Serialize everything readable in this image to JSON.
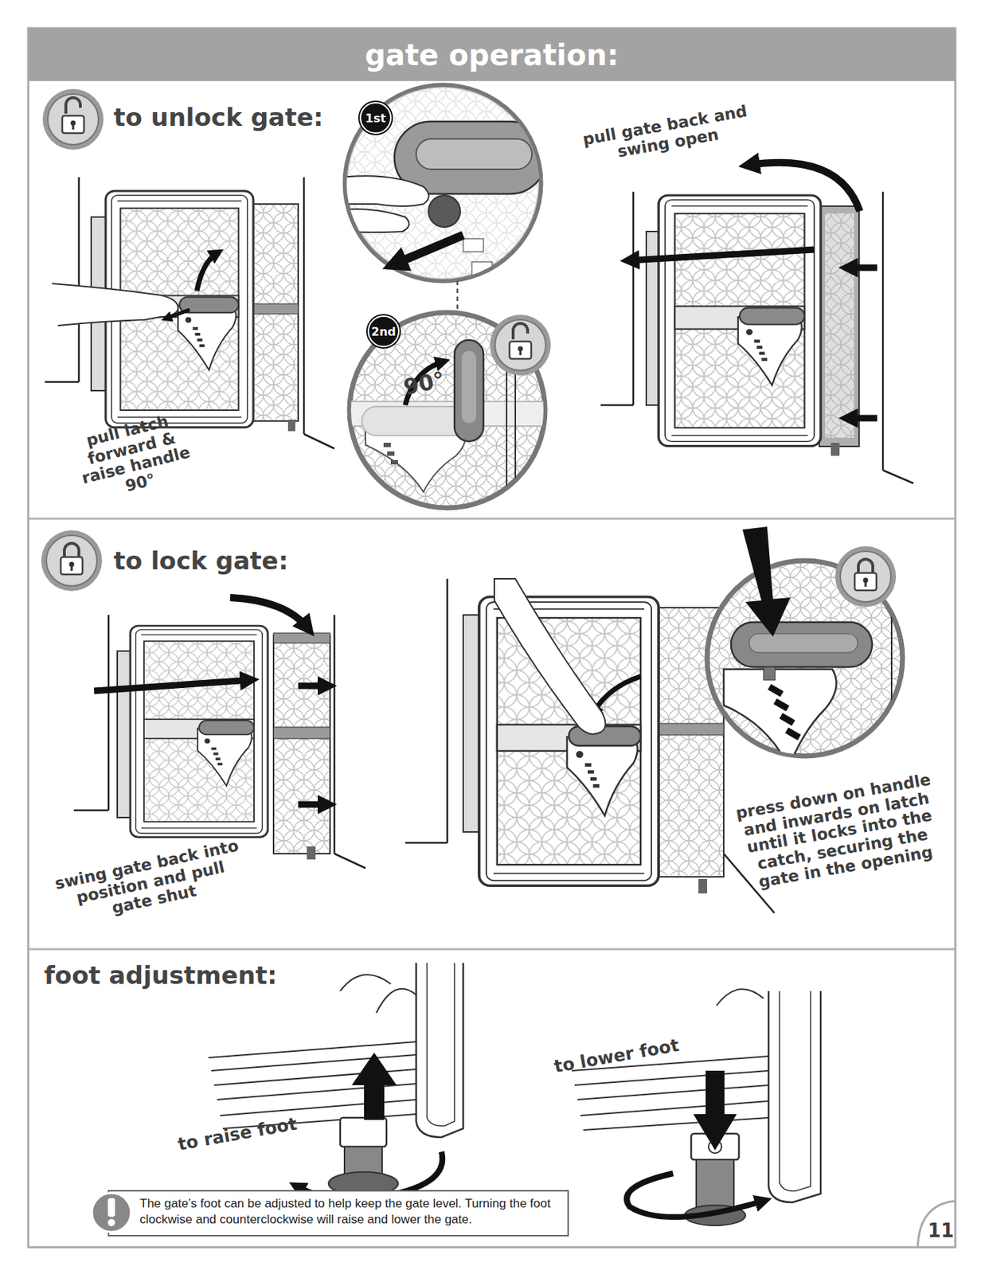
{
  "diagram": {
    "title": "gate operation:",
    "nodes": [
      {
        "text": [
          "to unlock gate:"
        ]
      },
      {
        "text": [
          "1st"
        ],
        "in": 0
      },
      {
        "text": [
          "2nd"
        ],
        "in": 0
      },
      {
        "text": [
          "to lock gate:"
        ]
      },
      {
        "text": [
          "foot adjustment:"
        ]
      },
      {
        "text": [
          "The gate’s foot can be adjusted to help keep the gate level. Turning the foot clockwise and counterclockwise will raise and lower the gate."
        ],
        "in": 4
      }
    ],
    "labels": [
      "pull latch forward & raise handle 90°",
      "90°",
      "pull gate back and swing open",
      "swing gate back into position and pull gate shut",
      "press down on handle and inwards on latch until it locks into the catch, securing the gate in the opening",
      "to raise foot",
      "to lower foot",
      "11"
    ]
  }
}
